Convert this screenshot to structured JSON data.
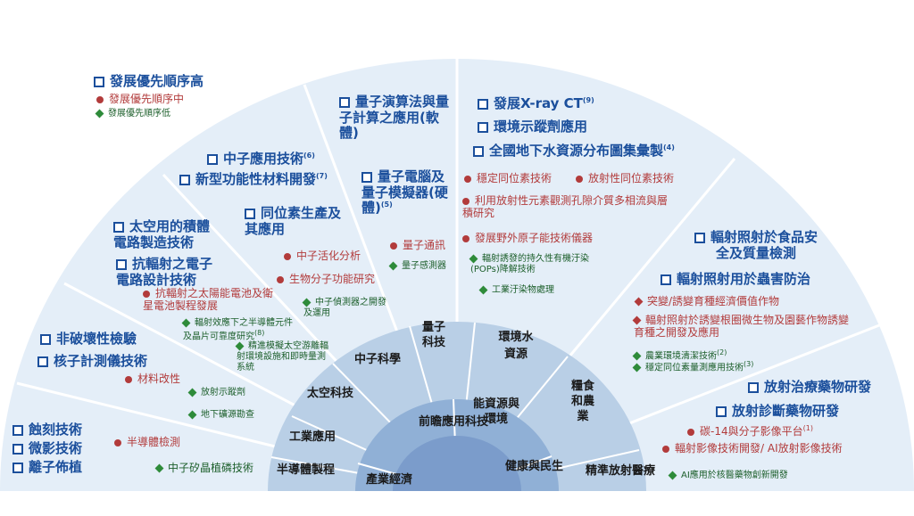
{
  "legend": {
    "high": "發展優先順序高",
    "mid": "發展優先順序中",
    "low": "發展優先順序低"
  },
  "center": "前瞻應用科技",
  "domains": {
    "industry": "產業經濟",
    "health": "健康與民生",
    "energy": "能資源與環境"
  },
  "categories": {
    "semiconductor": "半導體製程",
    "industrial": "工業應用",
    "space": "太空科技",
    "neutron": "中子科學",
    "quantum": "量子科技",
    "environment": "環境水資源",
    "agriculture": "糧食和農業",
    "medicine": "精準放射醫療"
  },
  "items": {
    "neutron_tech": "中子應用技術",
    "neutron_tech_sup": "(6)",
    "new_materials": "新型功能性材料開發",
    "new_materials_sup": "(7)",
    "isotope_prod": "同位素生產及其應用",
    "neutron_activation": "中子活化分析",
    "bio_molecular": "生物分子功能研究",
    "neutron_detector": "中子偵測器之開發及運用",
    "quantum_algo": "量子演算法與量子計算之應用(軟體)",
    "quantum_computer": "量子電腦及量子模擬器(硬體)",
    "quantum_computer_sup": "(5)",
    "quantum_comm": "量子通訊",
    "quantum_sensor": "量子感測器",
    "xray_ct": "發展X-ray CT",
    "xray_ct_sup": "(9)",
    "tracer": "環境示蹤劑應用",
    "groundwater": "全國地下水資源分布圖集彙製",
    "groundwater_sup": "(4)",
    "stable_isotope": "穩定同位素技術",
    "radio_isotope": "放射性同位素技術",
    "porous_media": "利用放射性元素觀測孔隙介質多相流與層積研究",
    "field_instrument": "發展野外原子能技術儀器",
    "pops": "輻射誘發的持久性有機汙染(POPs)降解技術",
    "wastewater": "工業汙染物處理",
    "food_irradiation": "輻射照射於食品安全及質量檢測",
    "pest_control": "輻射照射用於蟲害防治",
    "mutation_breeding": "突變/誘變育種經濟價值作物",
    "rhizosphere": "輻射照射於誘變根圈微生物及園藝作物誘變育種之開發及應用",
    "agri_env": "農業環境清潔技術",
    "agri_env_sup": "(2)",
    "stable_isotope_agri": "穩定同位素量測應用技術",
    "stable_isotope_agri_sup": "(3)",
    "radiopharm_therapy": "放射治療藥物研發",
    "radiopharm_diag": "放射診斷藥物研發",
    "c14_platform": "碳-14與分子影像平台",
    "c14_platform_sup": "(1)",
    "imaging_ai": "輻射影像技術開發/ AI放射影像技術",
    "ai_nuclear_med": "AI應用於核醫藥物創新開發",
    "space_ic": "太空用的積體電路製造技術",
    "rad_hard": "抗輻射之電子電路設計技術",
    "solar_cell": "抗輻射之太陽能電池及衛星電池製程發展",
    "seu": "輻射效應下之半導體元件及晶片可靠度研究",
    "seu_sup": "(8)",
    "space_env": "精進模擬太空游離輻射環境設施和即時量測系統",
    "ndt": "非破壞性檢驗",
    "nuclear_gauge": "核子計測儀技術",
    "material_mod": "材料改性",
    "tracer_industry": "放射示蹤劑",
    "underground": "地下礦源勘查",
    "etching": "蝕刻技術",
    "lithography": "微影技術",
    "implant": "離子佈植",
    "semi_detect": "半導體檢測",
    "ntd": "中子矽晶植磷技術"
  }
}
